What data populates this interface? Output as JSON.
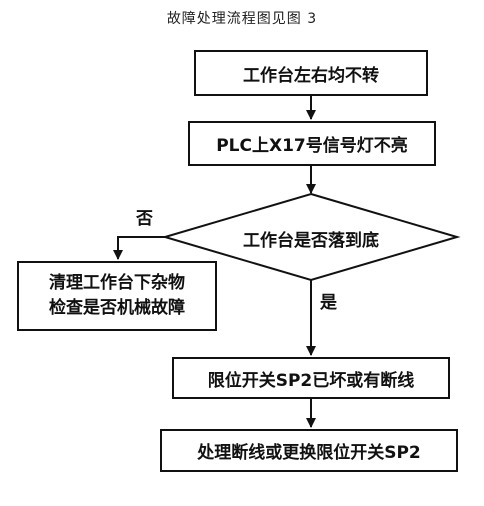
{
  "title": "故障处理流程图见图 3",
  "nodes": {
    "n1": "工作台左右均不转",
    "n2": "PLC上X17号信号灯不亮",
    "decision": "工作台是否落到底",
    "no_action_line1": "清理工作台下杂物",
    "no_action_line2": "检查是否机械故障",
    "n4": "限位开关SP2已坏或有断线",
    "n5": "处理断线或更换限位开关SP2"
  },
  "edge_labels": {
    "no": "否",
    "yes": "是"
  }
}
